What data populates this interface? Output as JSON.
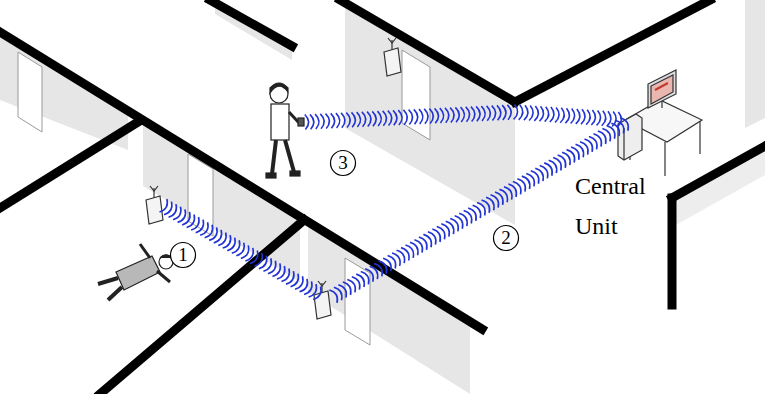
{
  "diagram": {
    "labels": [
      "1",
      "2",
      "3",
      "Central Unit"
    ]
  }
}
